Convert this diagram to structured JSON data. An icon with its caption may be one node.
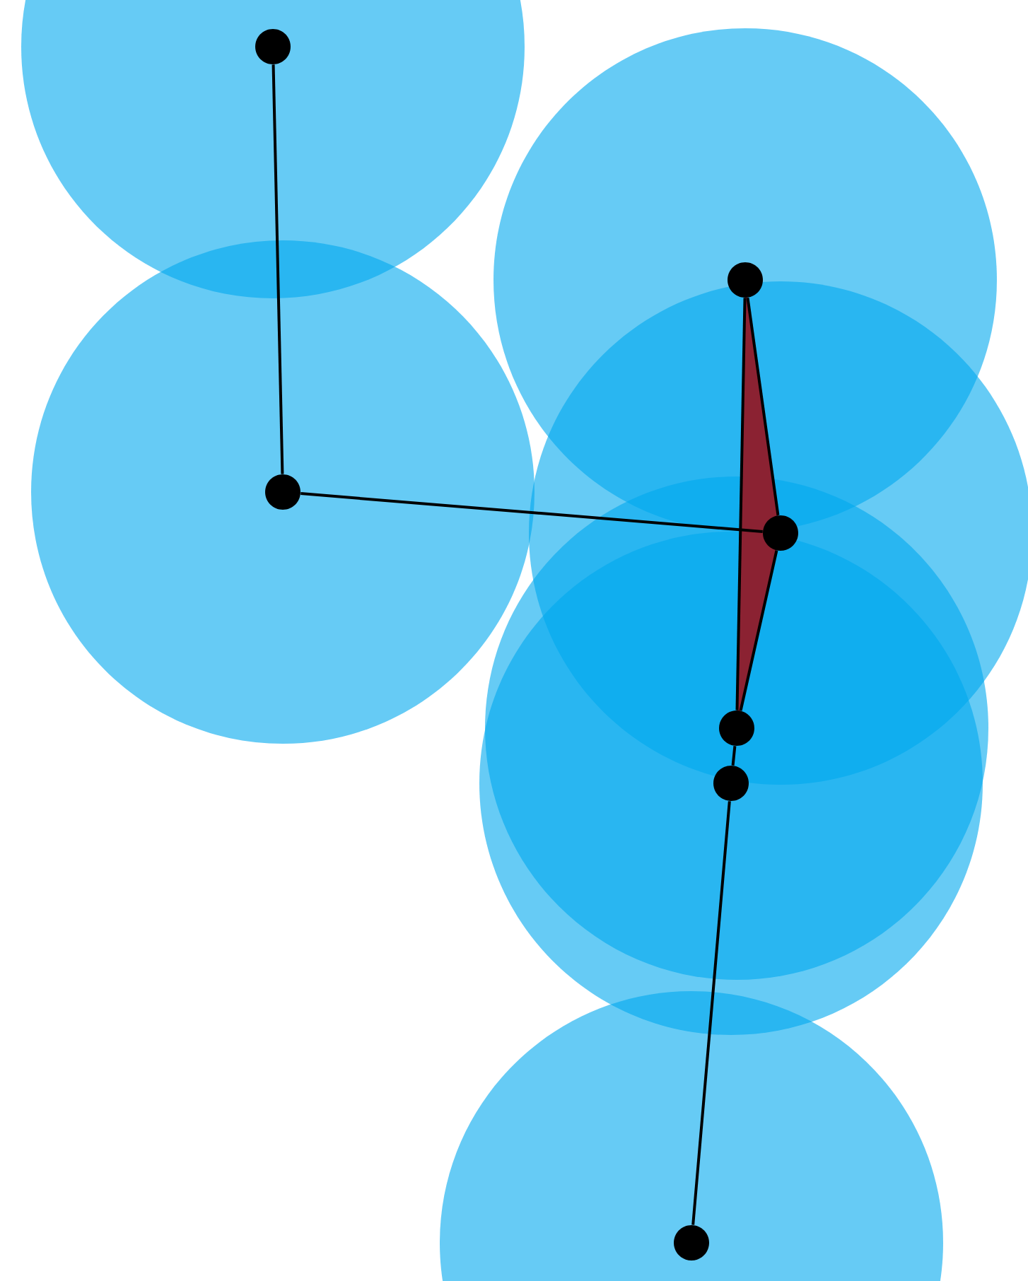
{
  "diagram": {
    "nodes": [
      {
        "text": [],
        "shape": "circle"
      },
      {
        "text": [],
        "shape": "circle"
      },
      {
        "text": [],
        "shape": "circle"
      },
      {
        "text": [],
        "shape": "circle"
      },
      {
        "text": [],
        "shape": "circle"
      },
      {
        "text": [],
        "shape": "circle"
      },
      {
        "text": [],
        "shape": "circle"
      }
    ],
    "edges": [
      {
        "from": 0,
        "to": 1,
        "arrow": "none"
      },
      {
        "from": 1,
        "to": 3,
        "arrow": "none"
      },
      {
        "from": 2,
        "to": 3,
        "arrow": "none"
      },
      {
        "from": 3,
        "to": 4,
        "arrow": "none"
      },
      {
        "from": 2,
        "to": 4,
        "arrow": "none"
      },
      {
        "from": 4,
        "to": 5,
        "arrow": "none"
      },
      {
        "from": 5,
        "to": 6,
        "arrow": "none"
      }
    ]
  }
}
